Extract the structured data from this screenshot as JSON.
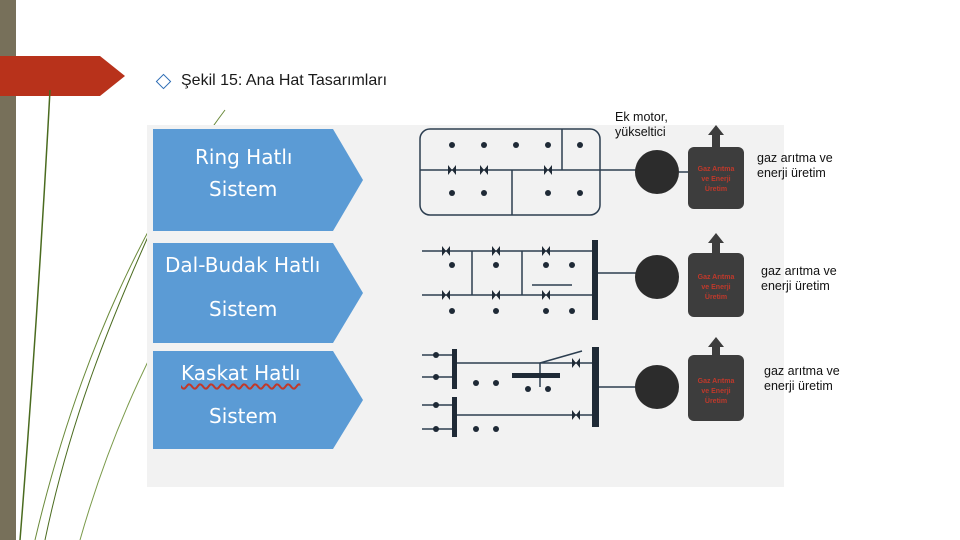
{
  "slide": {
    "title": "Şekil 15: Ana Hat Tasarımları"
  },
  "diagram": {
    "systems": [
      {
        "line1": "Ring Hatlı",
        "line2": "Sistem"
      },
      {
        "line1": "Dal-Budak Hatlı",
        "line2": "Sistem"
      },
      {
        "line1": "Kaskat  Hatlı",
        "line2": "Sistem"
      }
    ],
    "tank_label": [
      "Gaz Arıtma",
      "ve Enerji",
      "Üretim"
    ],
    "top_note": [
      "Ek motor,",
      "yükseltici"
    ],
    "side_notes": [
      [
        "gaz arıtma ve",
        "enerji üretim"
      ],
      [
        "gaz arıtma ve",
        "enerji üretim"
      ],
      [
        "gaz arıtma ve",
        "enerji üretim"
      ]
    ]
  },
  "colors": {
    "accent_blue": "#5b9bd5",
    "tab_red": "#b8321b",
    "tank_gray": "#3d3d3d",
    "line_dark": "#2c3e50"
  }
}
